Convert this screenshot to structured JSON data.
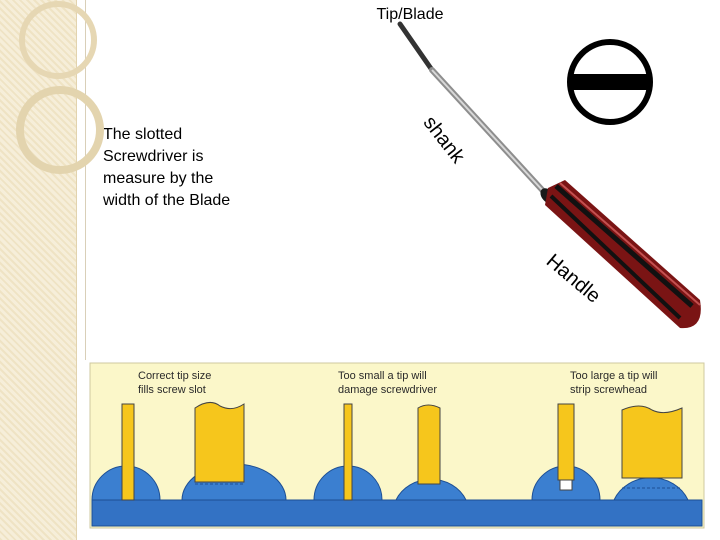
{
  "title": "Tip/Blade",
  "description": [
    "The slotted",
    "Screwdriver is",
    "measure by the",
    "width of the Blade"
  ],
  "labels": {
    "shank": "shank",
    "handle": "Handle"
  },
  "captions": [
    [
      "Correct tip size",
      "fills screw slot"
    ],
    [
      "Too small a tip will",
      "damage screwdriver"
    ],
    [
      "Too large a tip will",
      "strip screwhead"
    ]
  ],
  "colors": {
    "background": "#ffffff",
    "sidebar": "#efe3c4",
    "panel": "#fbf7c9",
    "blade": "#f6c61c",
    "screw": "#3b7fd0",
    "base": "#3372c4",
    "handle": "#7a1414"
  }
}
